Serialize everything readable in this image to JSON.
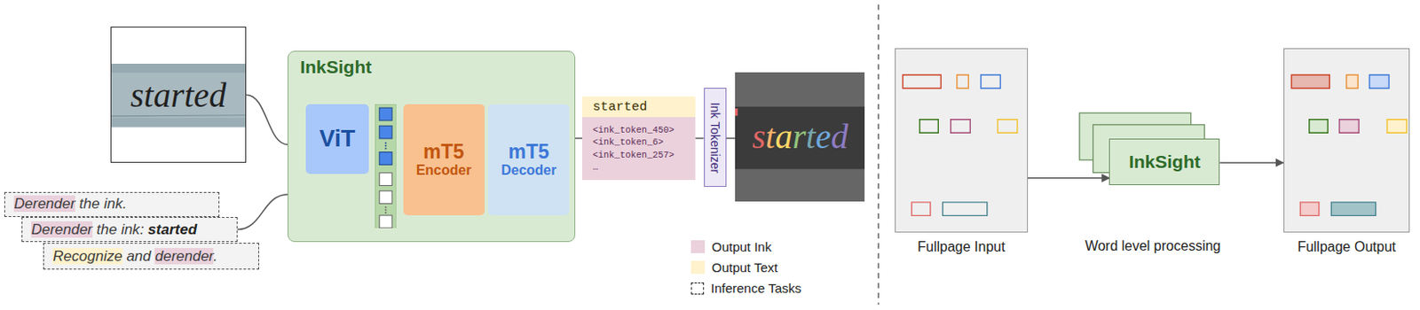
{
  "diagram": {
    "nodes": [
      {
        "text": [
          "started"
        ]
      },
      {
        "text": [
          "Derender the ink."
        ]
      },
      {
        "text": [
          "Derender the ink: started"
        ]
      },
      {
        "text": [
          "Recognize and derender."
        ]
      },
      {
        "text": [
          "InkSight"
        ]
      },
      {
        "text": [
          "ViT"
        ],
        "in": 4
      },
      {
        "text": [
          "mT5",
          "Encoder"
        ],
        "in": 4
      },
      {
        "text": [
          "mT5",
          "Decoder"
        ],
        "in": 4
      },
      {
        "text": [
          "started"
        ]
      },
      {
        "text": [
          "<ink_token_450>",
          "<ink_token_6>",
          "<ink_token_257>",
          "…"
        ]
      },
      {
        "text": [
          "Ink Tokenizer"
        ]
      },
      {
        "text": [
          "started"
        ]
      },
      {
        "text": [
          "Fullpage Input"
        ]
      },
      {
        "text": [
          "InkSight"
        ]
      },
      {
        "text": [
          "Fullpage Output"
        ]
      }
    ],
    "edges": [
      {
        "from": 0,
        "to": 4,
        "arrow": "none"
      },
      {
        "from": 2,
        "to": 4,
        "arrow": "none"
      },
      {
        "from": 4,
        "to": 9,
        "arrow": "none"
      },
      {
        "from": 9,
        "to": 10,
        "arrow": "none"
      },
      {
        "from": 10,
        "to": 11,
        "arrow": "none"
      },
      {
        "from": 12,
        "to": 13,
        "arrow": "to"
      },
      {
        "from": 13,
        "to": 14,
        "arrow": "to"
      }
    ],
    "labels": [
      "Word level processing"
    ],
    "legend": [
      {
        "text": "Output Ink",
        "color": "#ead1dc"
      },
      {
        "text": "Output Text",
        "color": "#fff2cc"
      },
      {
        "text": "Inference Tasks"
      }
    ]
  }
}
